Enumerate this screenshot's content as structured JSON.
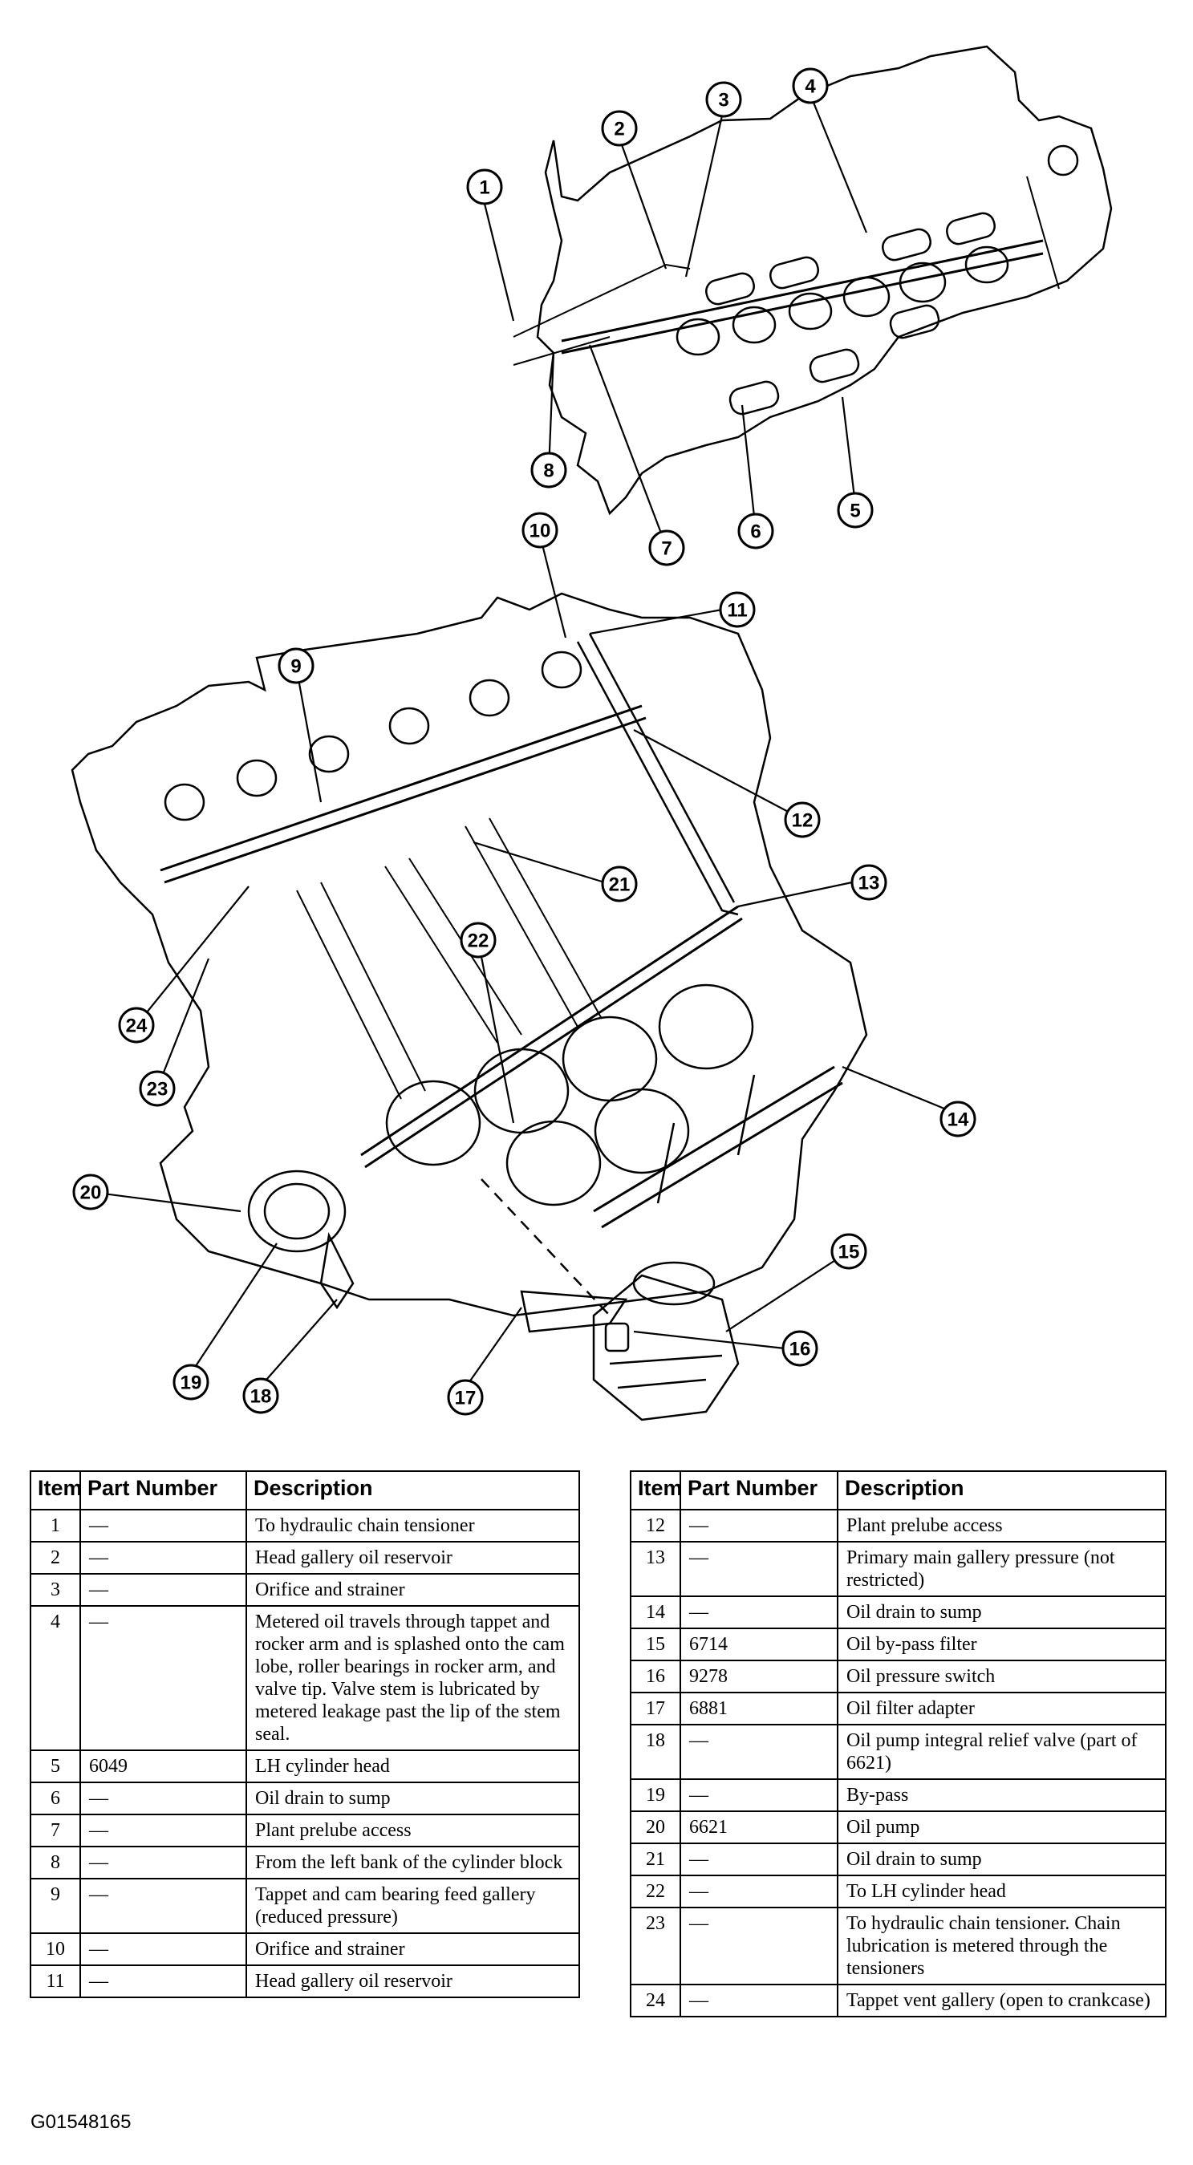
{
  "callouts": [
    "1",
    "2",
    "3",
    "4",
    "5",
    "6",
    "7",
    "8",
    "9",
    "10",
    "11",
    "12",
    "13",
    "14",
    "15",
    "16",
    "17",
    "18",
    "19",
    "20",
    "21",
    "22",
    "23",
    "24"
  ],
  "legend": {
    "headers": {
      "item": "Item",
      "part_number": "Part Number",
      "description": "Description"
    },
    "left_rows": [
      {
        "item": "1",
        "part": "—",
        "desc": "To hydraulic chain tensioner"
      },
      {
        "item": "2",
        "part": "—",
        "desc": "Head gallery oil reservoir"
      },
      {
        "item": "3",
        "part": "—",
        "desc": "Orifice and strainer"
      },
      {
        "item": "4",
        "part": "—",
        "desc": "Metered oil travels through tappet and rocker arm and is splashed onto the cam lobe, roller bearings in rocker arm, and valve tip. Valve stem is lubricated by metered leakage past the lip of the stem seal."
      },
      {
        "item": "5",
        "part": "6049",
        "desc": "LH cylinder head"
      },
      {
        "item": "6",
        "part": "—",
        "desc": "Oil drain to sump"
      },
      {
        "item": "7",
        "part": "—",
        "desc": "Plant prelube access"
      },
      {
        "item": "8",
        "part": "—",
        "desc": "From the left bank of the cylinder block"
      },
      {
        "item": "9",
        "part": "—",
        "desc": "Tappet and cam bearing feed gallery (reduced pressure)"
      },
      {
        "item": "10",
        "part": "—",
        "desc": "Orifice and strainer"
      },
      {
        "item": "11",
        "part": "—",
        "desc": "Head gallery oil reservoir"
      }
    ],
    "right_rows": [
      {
        "item": "12",
        "part": "—",
        "desc": "Plant prelube access"
      },
      {
        "item": "13",
        "part": "—",
        "desc": "Primary main gallery pressure (not restricted)"
      },
      {
        "item": "14",
        "part": "—",
        "desc": "Oil drain to sump"
      },
      {
        "item": "15",
        "part": "6714",
        "desc": "Oil by-pass filter"
      },
      {
        "item": "16",
        "part": "9278",
        "desc": "Oil pressure switch"
      },
      {
        "item": "17",
        "part": "6881",
        "desc": "Oil filter adapter"
      },
      {
        "item": "18",
        "part": "—",
        "desc": "Oil pump integral relief valve (part of 6621)"
      },
      {
        "item": "19",
        "part": "—",
        "desc": "By-pass"
      },
      {
        "item": "20",
        "part": "6621",
        "desc": "Oil pump"
      },
      {
        "item": "21",
        "part": "—",
        "desc": "Oil drain to sump"
      },
      {
        "item": "22",
        "part": "—",
        "desc": "To LH cylinder head"
      },
      {
        "item": "23",
        "part": "—",
        "desc": "To hydraulic chain tensioner. Chain lubrication is metered through the tensioners"
      },
      {
        "item": "24",
        "part": "—",
        "desc": "Tappet vent gallery (open to crankcase)"
      }
    ]
  },
  "figure_id": "G01548165"
}
